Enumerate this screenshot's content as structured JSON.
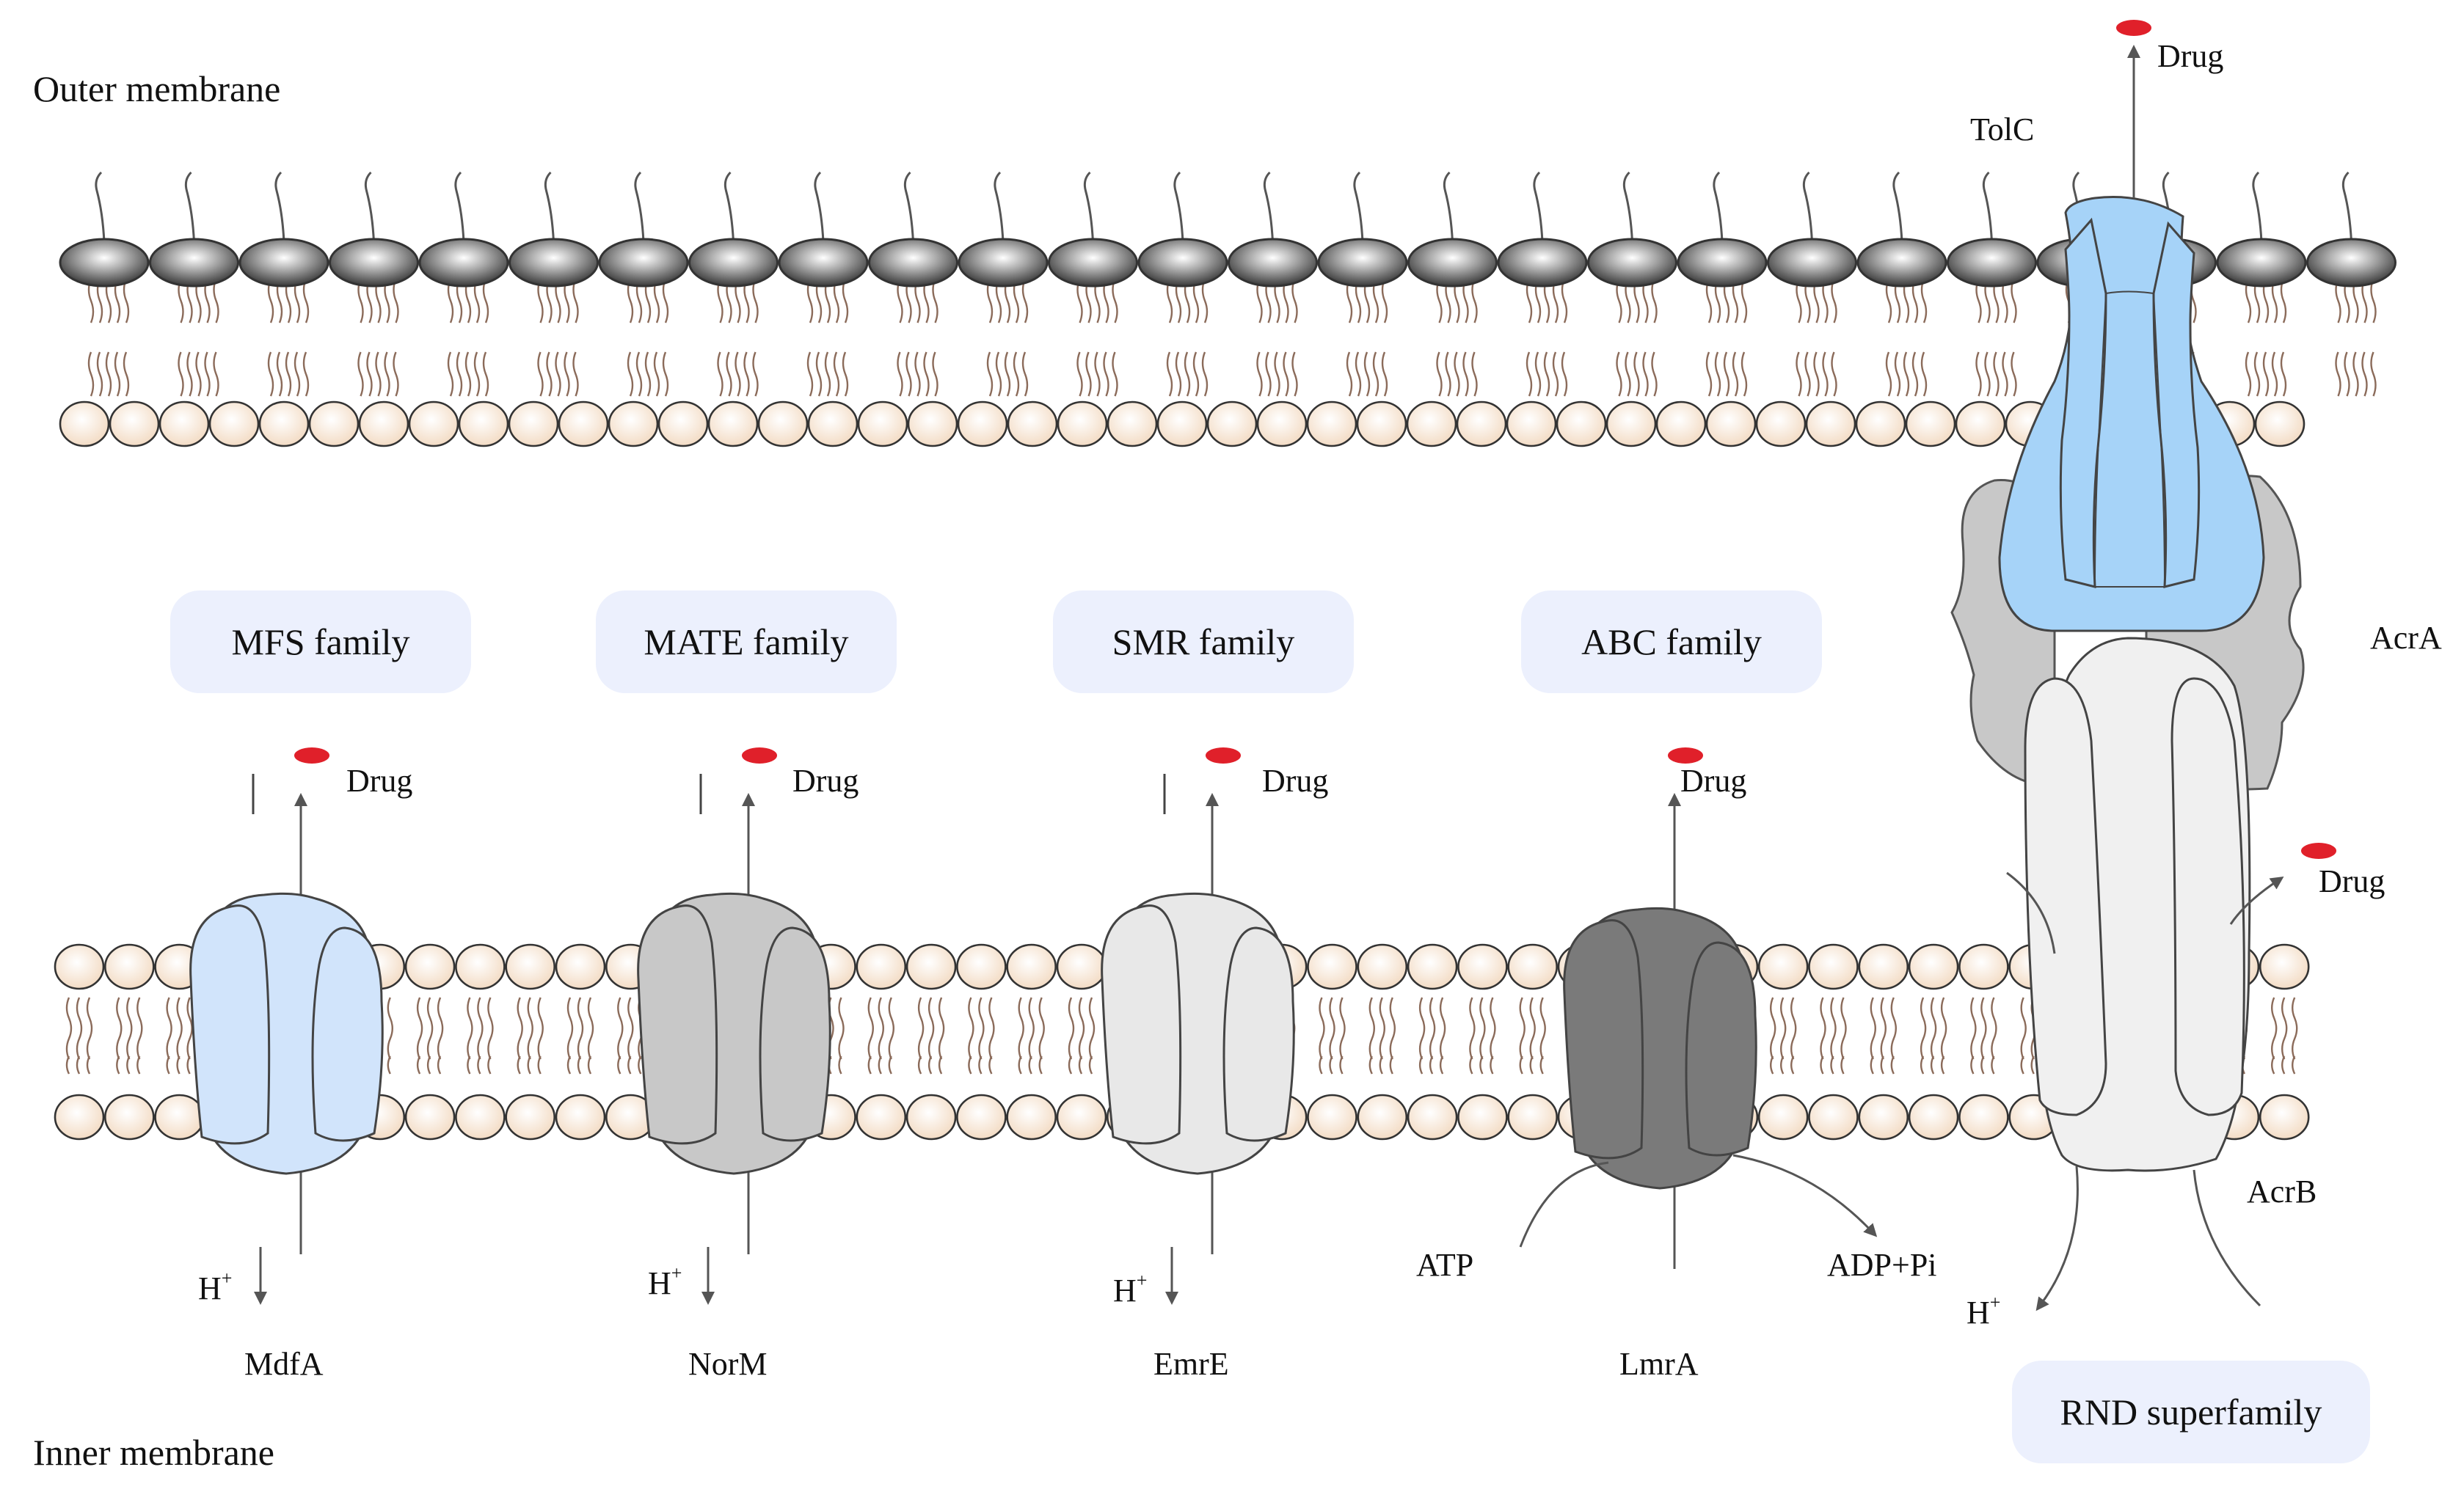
{
  "membranes": {
    "outer": "Outer membrane",
    "inner": "Inner membrane"
  },
  "families": [
    {
      "id": "mfs",
      "label": "MFS family"
    },
    {
      "id": "mate",
      "label": "MATE family"
    },
    {
      "id": "smr",
      "label": "SMR family"
    },
    {
      "id": "abc",
      "label": "ABC family"
    },
    {
      "id": "rnd",
      "label": "RND superfamily"
    }
  ],
  "transporters": [
    {
      "id": "mdfa",
      "name": "MdfA",
      "color": "#d1e4fb",
      "drug_label": "Drug",
      "proton": "H",
      "proton_sup": "+"
    },
    {
      "id": "norm",
      "name": "NorM",
      "color": "#c8c8c8",
      "drug_label": "Drug",
      "proton": "H",
      "proton_sup": "+"
    },
    {
      "id": "emre",
      "name": "EmrE",
      "color": "#e8e8e8",
      "drug_label": "Drug",
      "proton": "H",
      "proton_sup": "+"
    },
    {
      "id": "lmra",
      "name": "LmrA",
      "color": "#7a7a7a",
      "drug_label": "Drug",
      "atp": "ATP",
      "adp": "ADP+Pi"
    }
  ],
  "rnd_complex": {
    "tolc": "TolC",
    "acra": "AcrA",
    "acrb": "AcrB",
    "drug_top": "Drug",
    "drug_side": "Drug",
    "proton": "H",
    "proton_sup": "+",
    "tolc_color": "#a6d3f8",
    "acra_color": "#c8c8c8",
    "acrb_color": "#f0f0f0"
  },
  "colors": {
    "drug": "#e0202a",
    "lipid_head_outer": "#909090",
    "lipid_head": "#f8e4d2",
    "tail": "#8b6b5a",
    "arrow": "#555555"
  }
}
